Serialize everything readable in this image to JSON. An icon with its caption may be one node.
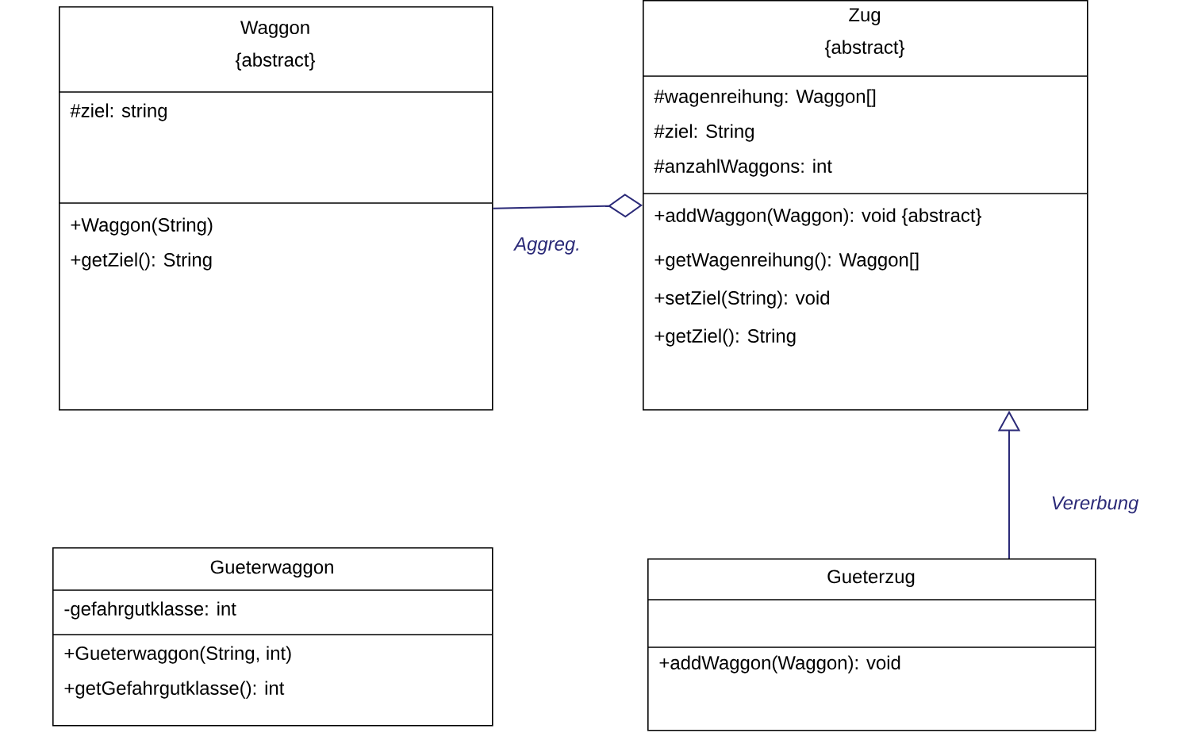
{
  "diagram": {
    "nodes": [
      {
        "text": [
          "Waggon",
          "{abstract}",
          "#ziel: string",
          "+Waggon(String)",
          "+getZiel(): String"
        ]
      },
      {
        "text": [
          "Zug",
          "{abstract}",
          "#wagenreihung: Waggon[]",
          "#ziel: String",
          "#anzahlWaggons: int",
          "+addWaggon(Waggon): void {abstract}",
          "+getWagenreihung(): Waggon[]",
          "+setZiel(String): void",
          "+getZiel(): String"
        ]
      },
      {
        "text": [
          "Gueterwaggon",
          "-gefahrgutklasse: int",
          "+Gueterwaggon(String, int)",
          "+getGefahrgutklasse(): int"
        ]
      },
      {
        "text": [
          "Gueterzug",
          "+addWaggon(Waggon): void"
        ]
      }
    ],
    "edges": [
      {
        "from": 0,
        "to": 1,
        "arrow": "other",
        "label": "Aggreg."
      },
      {
        "from": 3,
        "to": 1,
        "arrow": "to",
        "label": "Vererbung"
      }
    ]
  }
}
